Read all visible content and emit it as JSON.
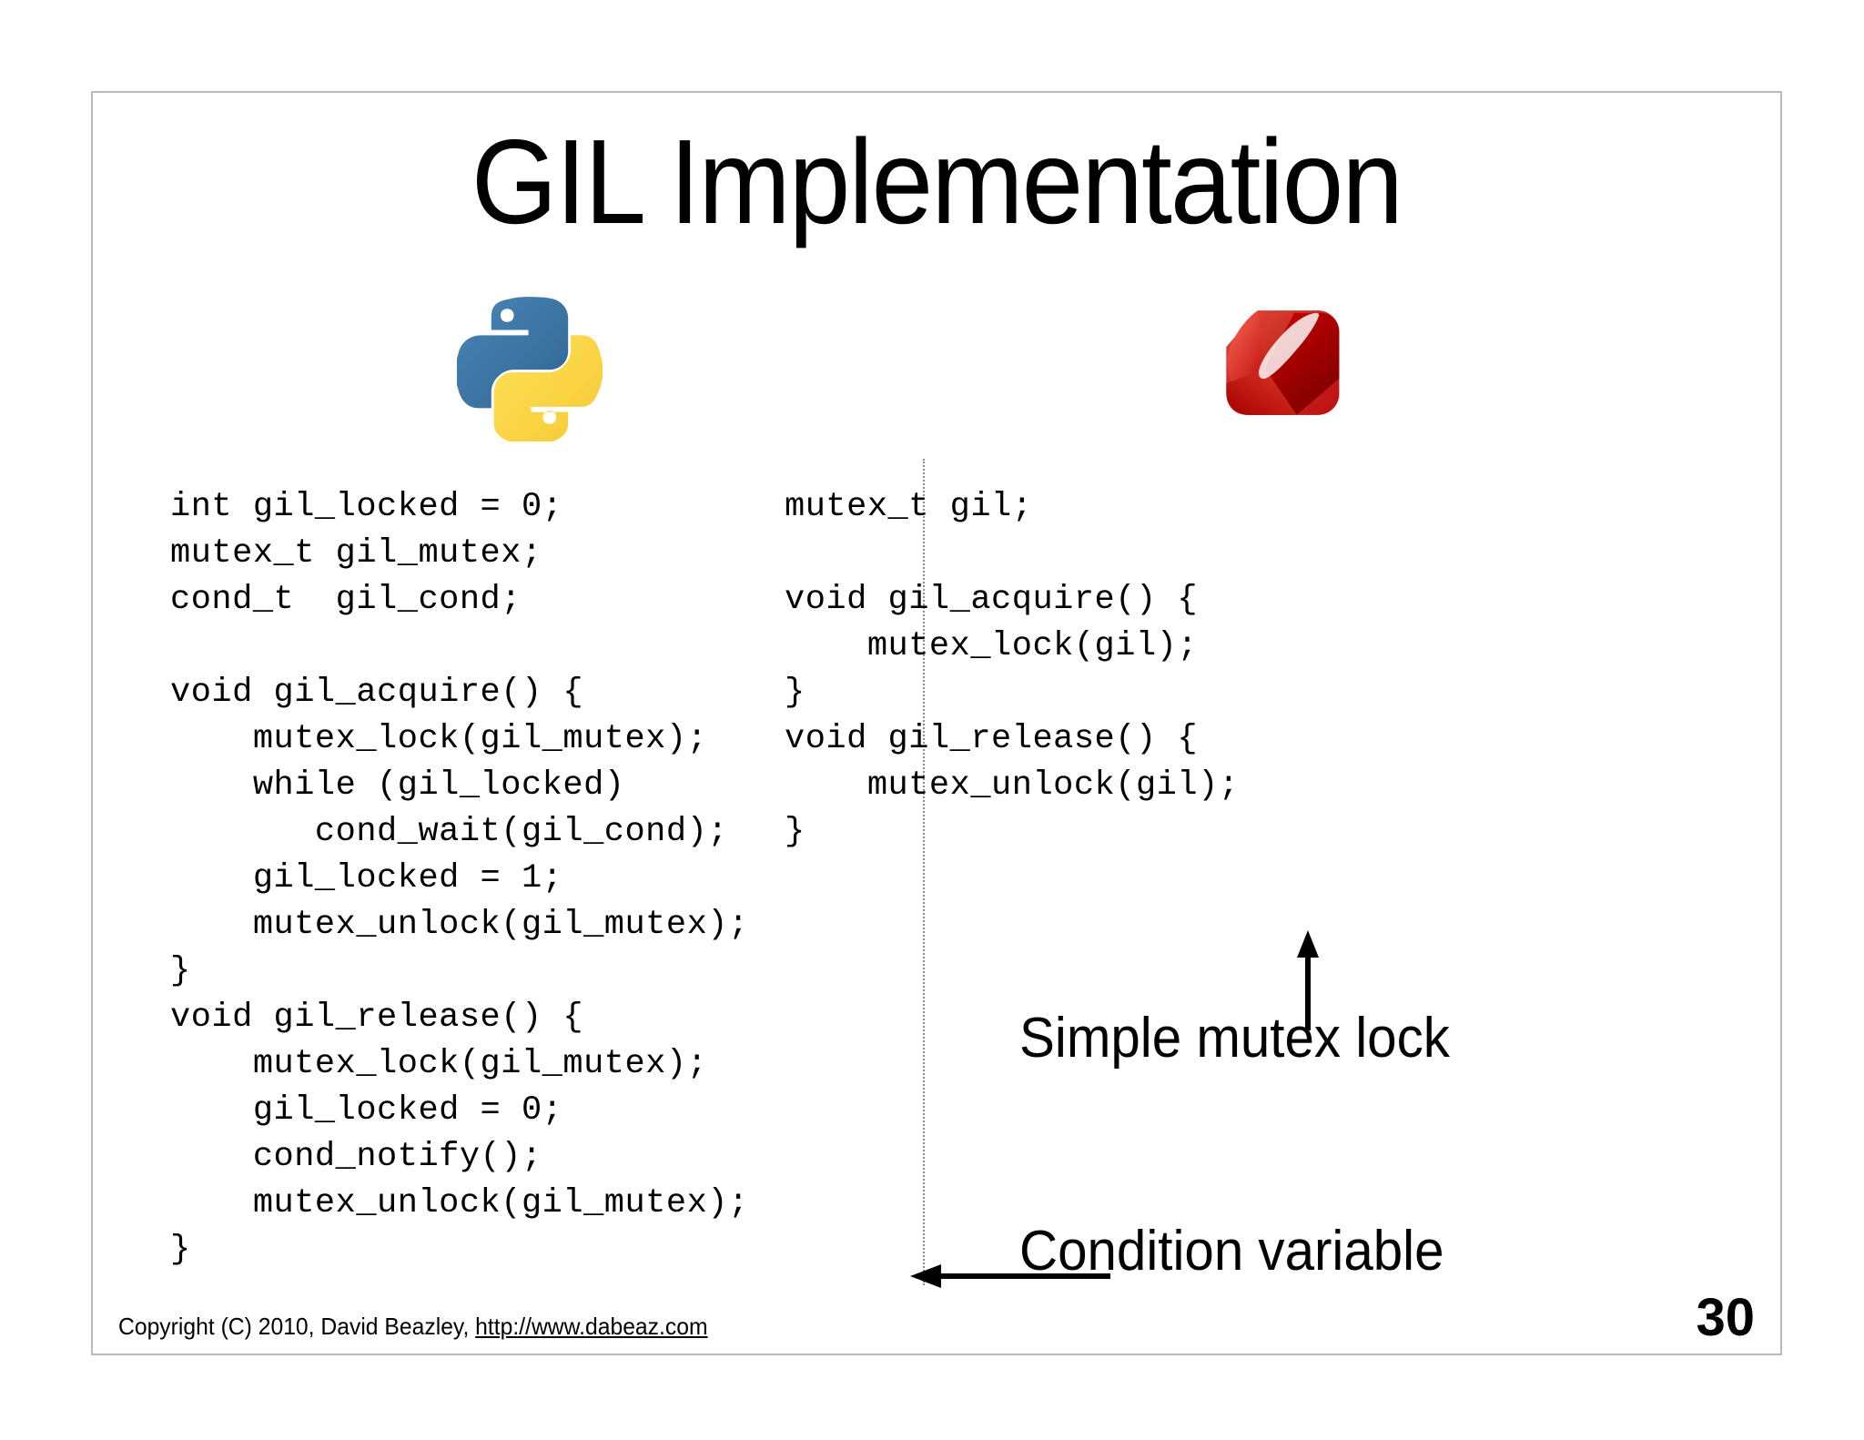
{
  "slide": {
    "title": "GIL Implementation",
    "page_number": "30"
  },
  "logos": {
    "left": "python-logo",
    "right": "ruby-logo",
    "python_blue": "#3C78A9",
    "python_yellow": "#FFD846",
    "ruby_red": "#C00000",
    "ruby_red_light": "#E02020",
    "ruby_red_dark": "#8C0000"
  },
  "code": {
    "left": "int gil_locked = 0;\nmutex_t gil_mutex;\ncond_t  gil_cond;\n\nvoid gil_acquire() {\n    mutex_lock(gil_mutex);\n    while (gil_locked)\n       cond_wait(gil_cond);\n    gil_locked = 1;\n    mutex_unlock(gil_mutex);\n}\nvoid gil_release() {\n    mutex_lock(gil_mutex);\n    gil_locked = 0;\n    cond_notify();\n    mutex_unlock(gil_mutex);\n}",
    "right": "mutex_t gil;\n\nvoid gil_acquire() {\n    mutex_lock(gil);\n}\nvoid gil_release() {\n    mutex_unlock(gil);\n}"
  },
  "annotations": {
    "mutex_label": "Simple mutex lock",
    "condition_label": "Condition variable"
  },
  "footer": {
    "copyright": "Copyright (C) 2010,  David Beazley, ",
    "url": "http://www.dabeaz.com"
  }
}
